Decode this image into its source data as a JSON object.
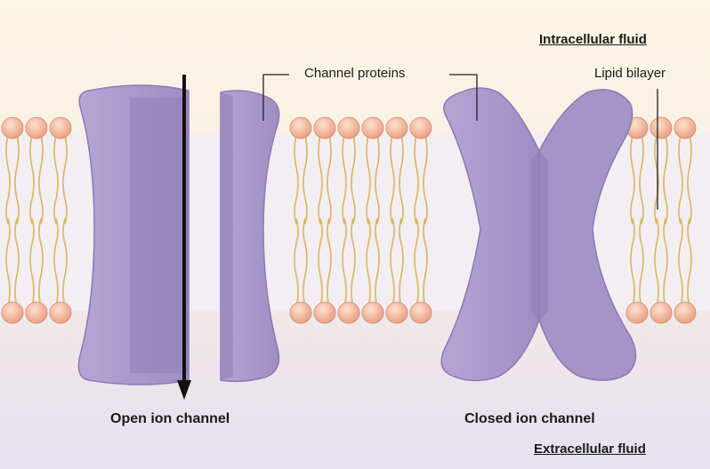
{
  "labels": {
    "intracellular": "Intracellular fluid",
    "extracellular": "Extracellular fluid",
    "channel_proteins": "Channel proteins",
    "lipid_bilayer": "Lipid bilayer",
    "open_channel": "Open ion channel",
    "closed_channel": "Closed ion channel"
  },
  "colors": {
    "intracellular_bg": "#fbf1dc",
    "extracellular_bg": "#e6e1ee",
    "membrane_interior": "#f3eef3",
    "lipid_head": "#f1b79a",
    "lipid_tail": "#d8b65a",
    "protein": "#a99acb",
    "protein_dark": "#8f7fb8",
    "arrow": "#111111"
  }
}
